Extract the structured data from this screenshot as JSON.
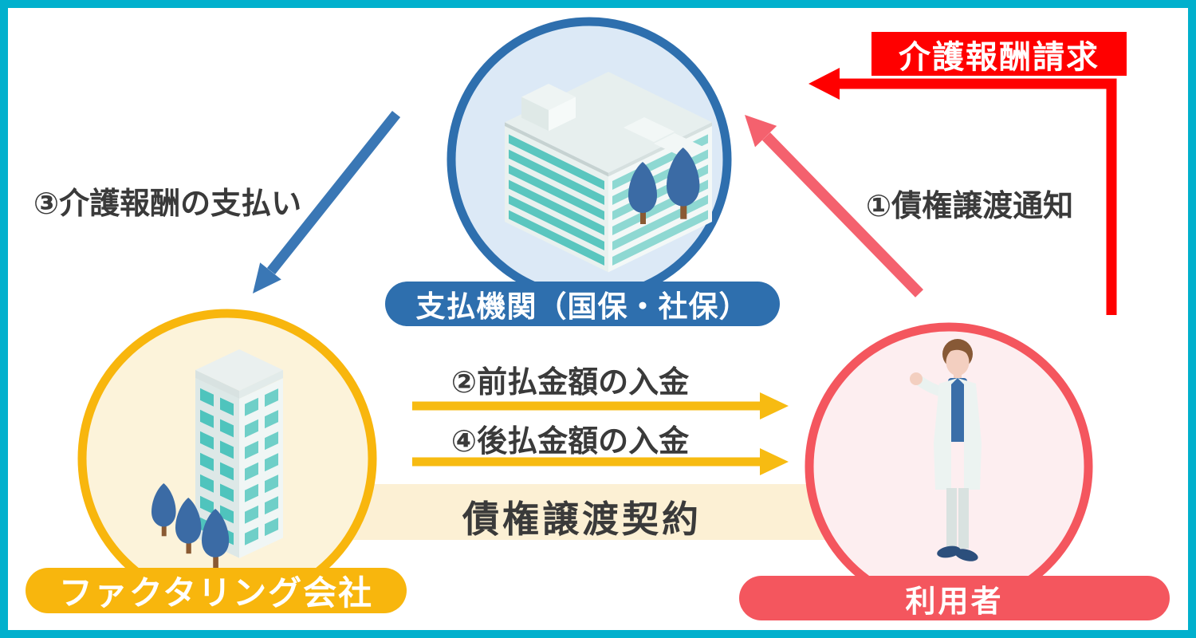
{
  "frame": {
    "border_color": "#01b0cd",
    "background": "#ffffff"
  },
  "badge": {
    "label": "介護報酬請求",
    "bg_color": "#ff0000",
    "text_color": "#ffffff"
  },
  "nodes": {
    "payer": {
      "label": "支払機関（国保・社保）",
      "accent_color": "#2e6fae",
      "fill_color": "#dce9f6",
      "icon": "office-building"
    },
    "factoring": {
      "label": "ファクタリング会社",
      "accent_color": "#f8b60d",
      "fill_color": "#fcf3da",
      "icon": "tower-building"
    },
    "user": {
      "label": "利用者",
      "accent_color": "#f4565e",
      "fill_color": "#fdeef0",
      "icon": "person"
    }
  },
  "flows": {
    "claim": {
      "label": "介護報酬請求",
      "from": "user",
      "to": "payer",
      "color": "#ff0000"
    },
    "step1": {
      "label": "①債権譲渡通知",
      "from": "user",
      "to": "payer",
      "color": "#f4616e"
    },
    "step2": {
      "label": "②前払金額の入金",
      "from": "factoring",
      "to": "user",
      "color": "#f7bb12"
    },
    "step3": {
      "label": "③介護報酬の支払い",
      "from": "payer",
      "to": "factoring",
      "color": "#3a77b5"
    },
    "step4": {
      "label": "④後払金額の入金",
      "from": "factoring",
      "to": "user",
      "color": "#f7bb12"
    },
    "contract": {
      "label": "債権譲渡契約",
      "between": "factoring-user",
      "band_color": "#fcf0d4"
    }
  },
  "text_color": "#3a3a3a"
}
